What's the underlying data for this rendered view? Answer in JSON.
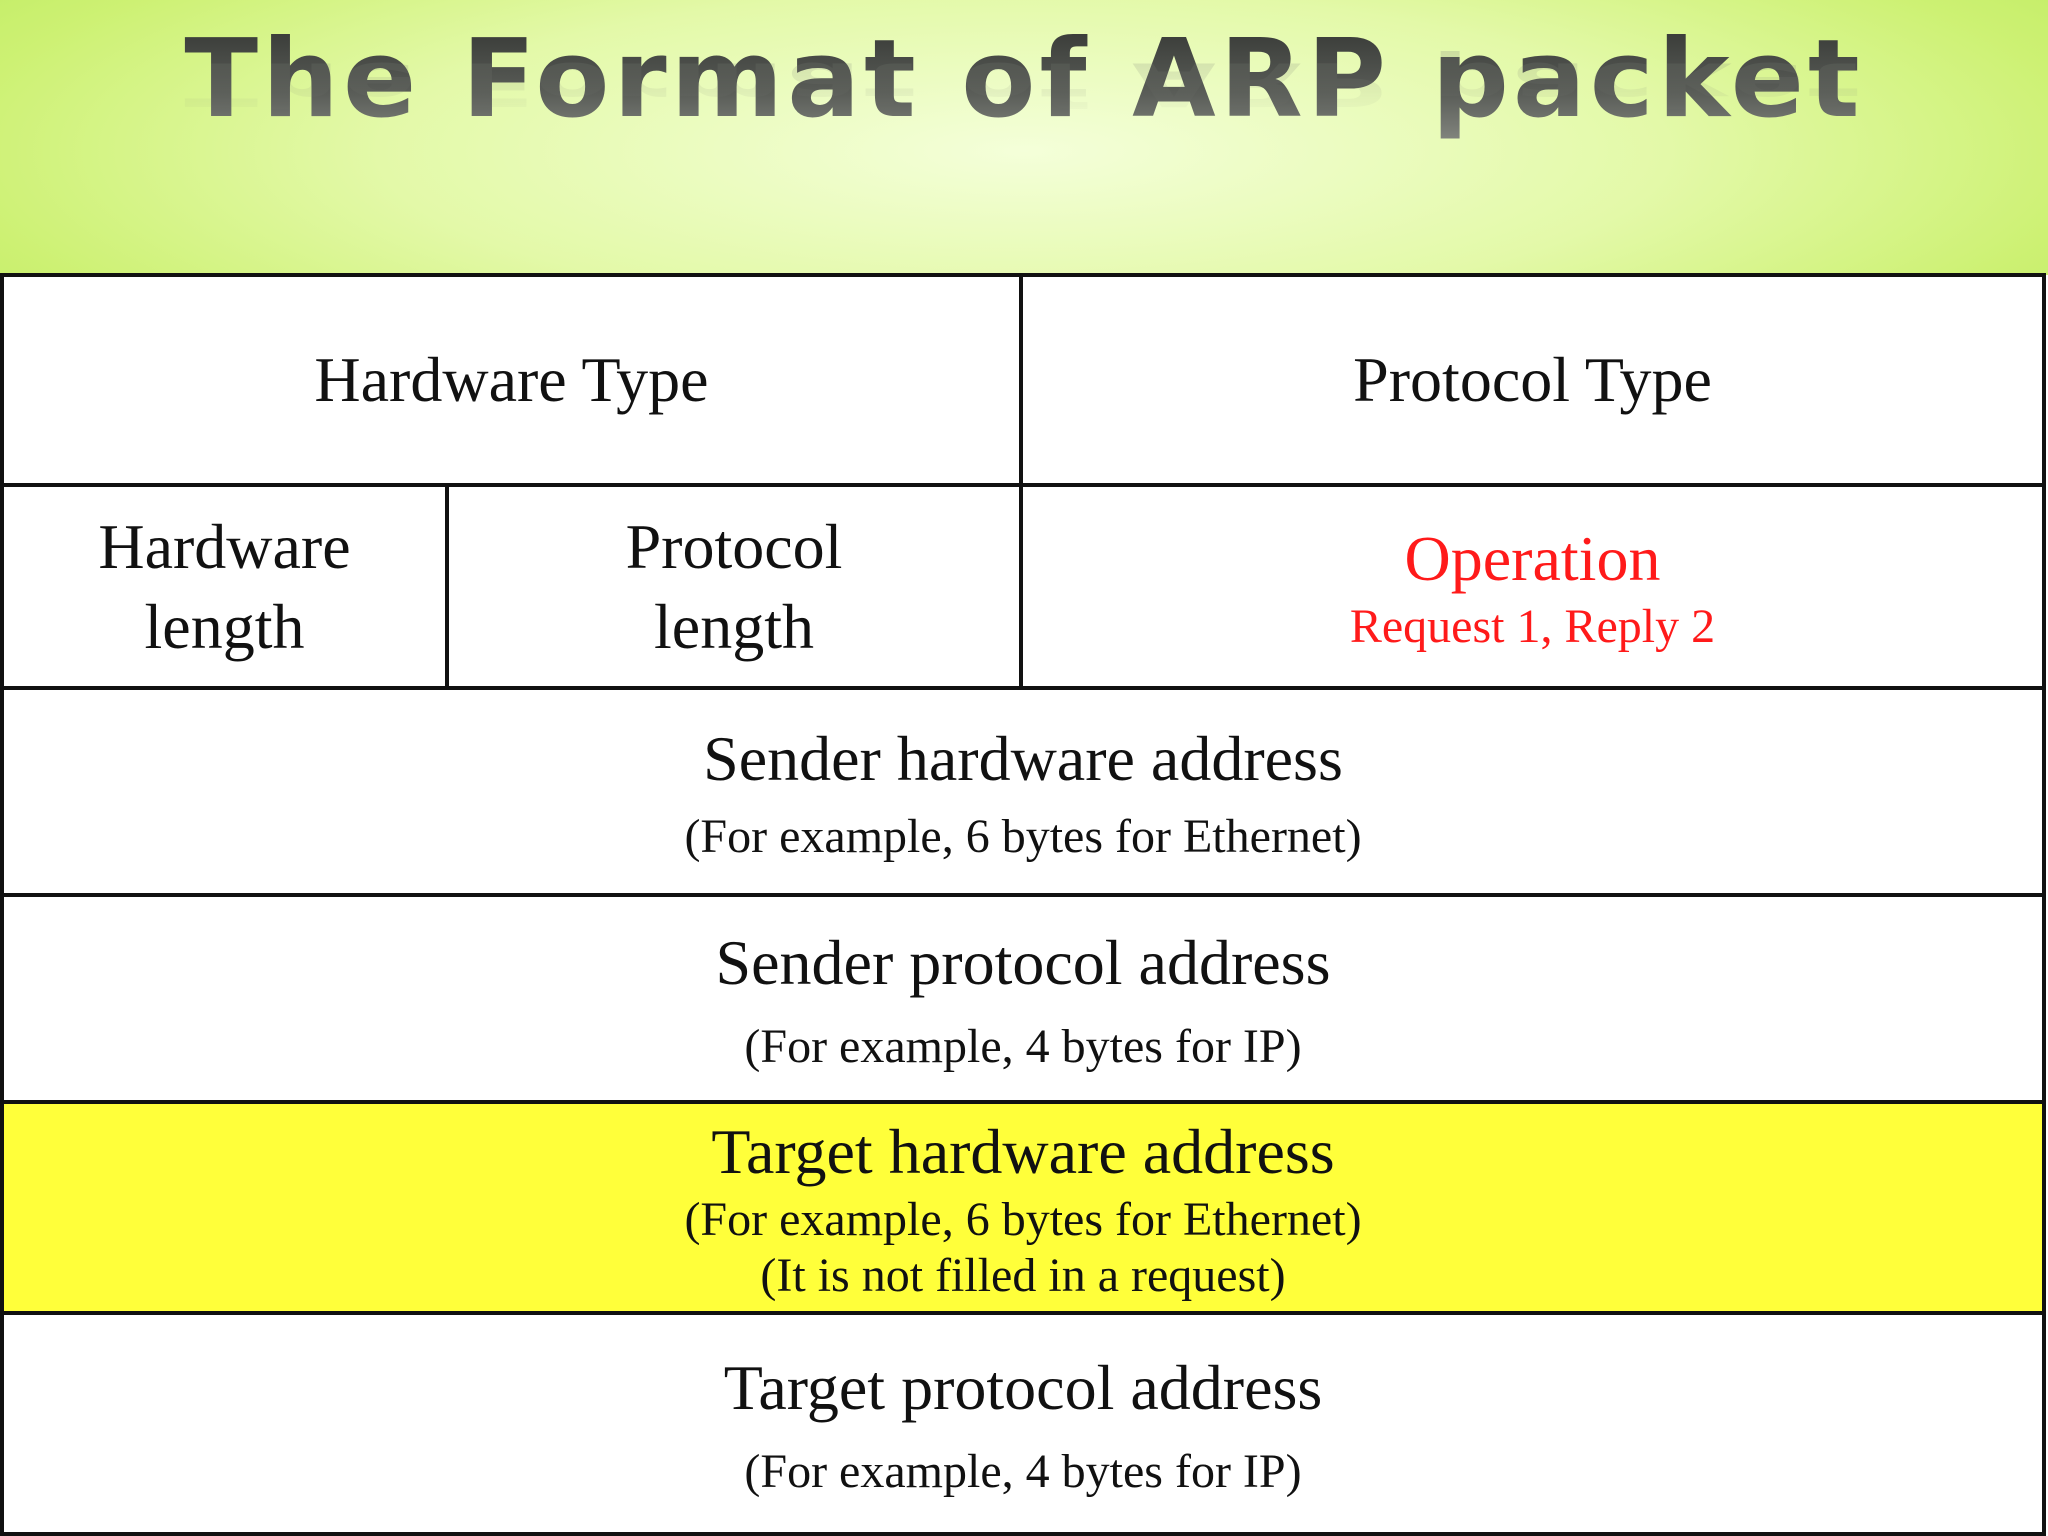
{
  "title": "The Format of ARP packet",
  "rows": {
    "r1": {
      "hardware_type": "Hardware Type",
      "protocol_type": "Protocol Type"
    },
    "r2": {
      "hardware_length_line1": "Hardware",
      "hardware_length_line2": "length",
      "protocol_length_line1": "Protocol",
      "protocol_length_line2": "length",
      "operation": "Operation",
      "operation_detail": "Request 1, Reply 2"
    },
    "r3": {
      "label": "Sender hardware address",
      "note": "(For example, 6 bytes for Ethernet)"
    },
    "r4": {
      "label": "Sender protocol address",
      "note": "(For example, 4 bytes for IP)"
    },
    "r5": {
      "label": "Target hardware address",
      "note": "(For example, 6 bytes for Ethernet)",
      "note2": "(It is not filled in a request)"
    },
    "r6": {
      "label": "Target protocol address",
      "note": "(For example, 4 bytes for IP)"
    }
  },
  "colors": {
    "highlight": "#ffff3a",
    "operation_text": "#ff1a1a",
    "header_green": "#cdf173"
  }
}
